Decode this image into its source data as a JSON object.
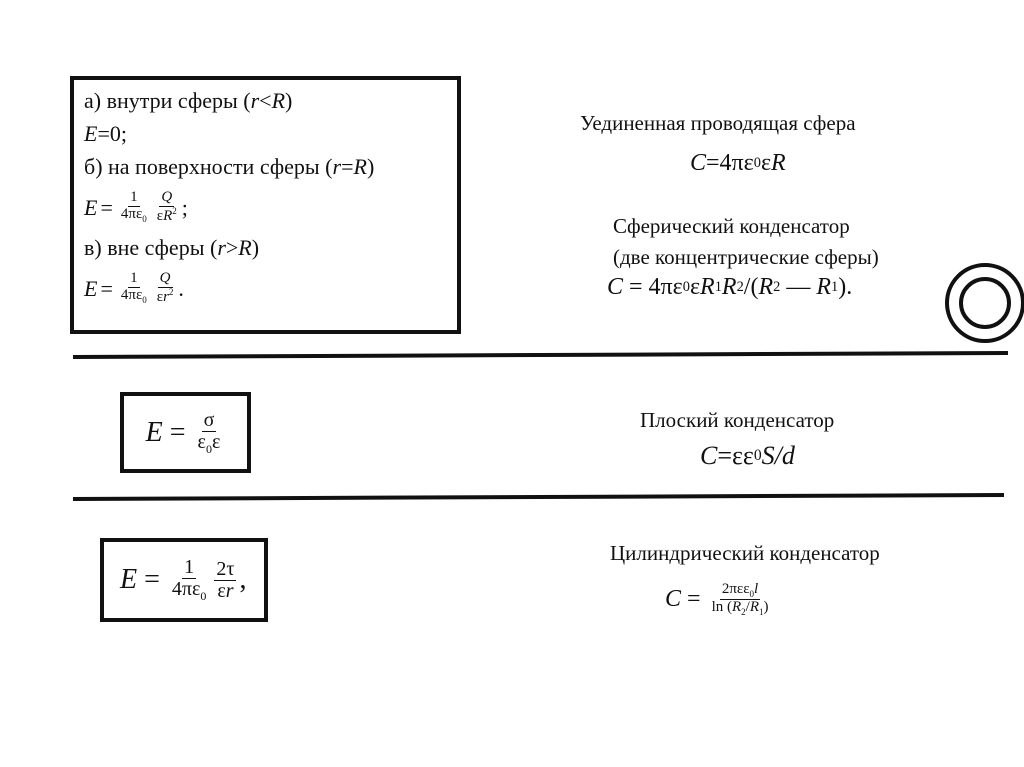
{
  "sphere_field": {
    "a_label": "а) внутри сферы (",
    "a_cond_r": "r",
    "a_cond_op": "<",
    "a_cond_R": "R",
    "close": ")",
    "e_zero": "E",
    "e_zero_rest": "=0;",
    "b_label": "б) на поверхности сферы (",
    "b_cond_op": "=",
    "E": "E",
    "eq": "=",
    "one": "1",
    "four_pi_eps": "4πε",
    "zero": "0",
    "Q": "Q",
    "eps": "ε",
    "R": "R",
    "r": "r",
    "sq": "2",
    "semicolon": ";",
    "v_label": "в) вне сферы (",
    "v_cond_op": ">",
    "period": "."
  },
  "isolated_sphere": {
    "title": "Уединенная проводящая сфера",
    "C": "C",
    "formula_rest": "=4πε",
    "sub0": "0",
    "formula_tail": "ε",
    "R": "R"
  },
  "spherical_capacitor": {
    "title": "Сферический конденсатор",
    "subtitle": "(две концентрические сферы)",
    "C": "C",
    "part1": " = 4πε",
    "sub0": "0",
    "part2": "ε",
    "R": "R",
    "sub1": "1",
    "sub2": "2",
    "slash_paren": "/(",
    "minus": " — ",
    "end": ")."
  },
  "plane_field": {
    "E": "E",
    "eq": " = ",
    "sigma": "σ",
    "den": "ε",
    "sub0": "0",
    "den_tail": "ε"
  },
  "plane_capacitor": {
    "title": "Плоский конденсатор",
    "C": "C",
    "rest": "=εε",
    "sub0": "0",
    "S_d": "S/d"
  },
  "cylinder_field": {
    "E": "E",
    "eq": " = ",
    "one": "1",
    "four_pi_eps": "4πε",
    "sub0": "0",
    "two_tau": "2τ",
    "eps": "ε",
    "r": "r",
    "comma": ","
  },
  "cylinder_capacitor": {
    "title": "Цилиндрический конденсатор",
    "C": "C",
    "eq": " = ",
    "num": "2πεε",
    "sub0": "0",
    "l": "l",
    "ln": "ln (",
    "R": "R",
    "sub2": "2",
    "slash": "/",
    "sub1": "1",
    "close": ")"
  }
}
